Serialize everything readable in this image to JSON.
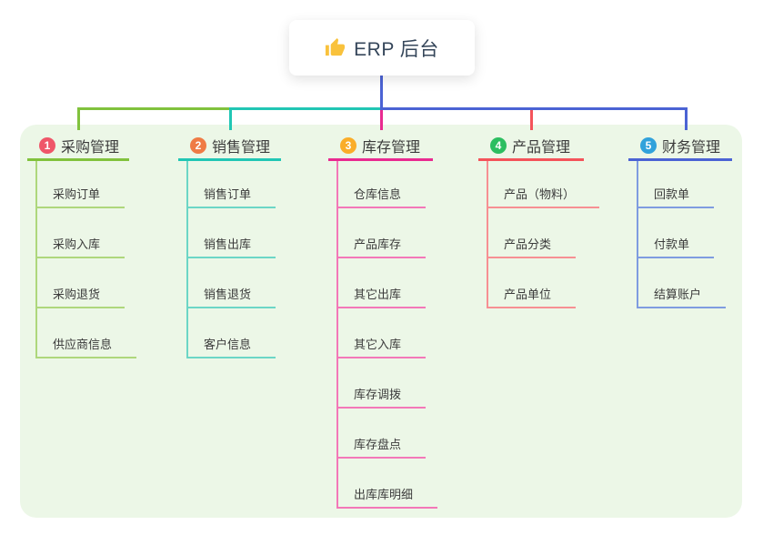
{
  "root": {
    "label": "ERP 后台",
    "icon": "thumbs-up-icon",
    "icon_color": "#F9C23C",
    "text_color": "#35465A",
    "background": "#FFFFFF"
  },
  "panel": {
    "background": "#ECF7E7"
  },
  "connector": {
    "trunk_color": "#4B63D4"
  },
  "branches": [
    {
      "key": "purchase",
      "index": "1",
      "label": "采购管理",
      "badge_color": "#EF5669",
      "line_color": "#81C23D",
      "child_line_color": "#AED77C",
      "children": [
        "采购订单",
        "采购入库",
        "采购退货",
        "供应商信息"
      ]
    },
    {
      "key": "sales",
      "index": "2",
      "label": "销售管理",
      "badge_color": "#EF7B45",
      "line_color": "#21C6B4",
      "child_line_color": "#6CD6C6",
      "children": [
        "销售订单",
        "销售出库",
        "销售退货",
        "客户信息"
      ]
    },
    {
      "key": "inventory",
      "index": "3",
      "label": "库存管理",
      "badge_color": "#FAAD29",
      "line_color": "#E92A90",
      "child_line_color": "#F378B8",
      "children": [
        "仓库信息",
        "产品库存",
        "其它出库",
        "其它入库",
        "库存调拨",
        "库存盘点",
        "出库库明细"
      ]
    },
    {
      "key": "product",
      "index": "4",
      "label": "产品管理",
      "badge_color": "#2CBE60",
      "line_color": "#F4535A",
      "child_line_color": "#F79093",
      "children": [
        "产品（物料）",
        "产品分类",
        "产品单位"
      ]
    },
    {
      "key": "finance",
      "index": "5",
      "label": "财务管理",
      "badge_color": "#31A2DB",
      "line_color": "#4B63D4",
      "child_line_color": "#7F9CE0",
      "children": [
        "回款单",
        "付款单",
        "结算账户"
      ]
    }
  ]
}
